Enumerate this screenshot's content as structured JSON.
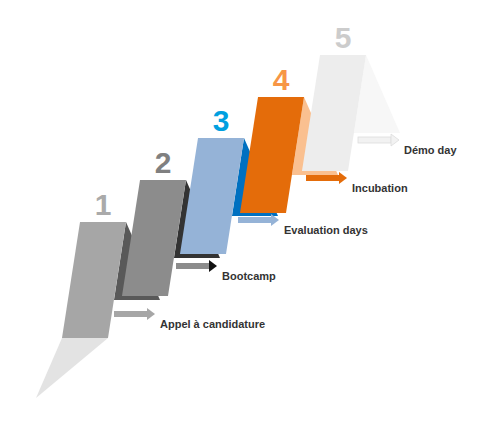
{
  "diagram": {
    "nodes": [
      {
        "text": [
          "1"
        ]
      },
      {
        "text": [
          "2"
        ]
      },
      {
        "text": [
          "3"
        ]
      },
      {
        "text": [
          "4"
        ]
      },
      {
        "text": [
          "5"
        ]
      }
    ],
    "labels": [
      "Appel à candidature",
      "Bootcamp",
      "Evaluation days",
      "Incubation",
      "Démo day"
    ]
  }
}
